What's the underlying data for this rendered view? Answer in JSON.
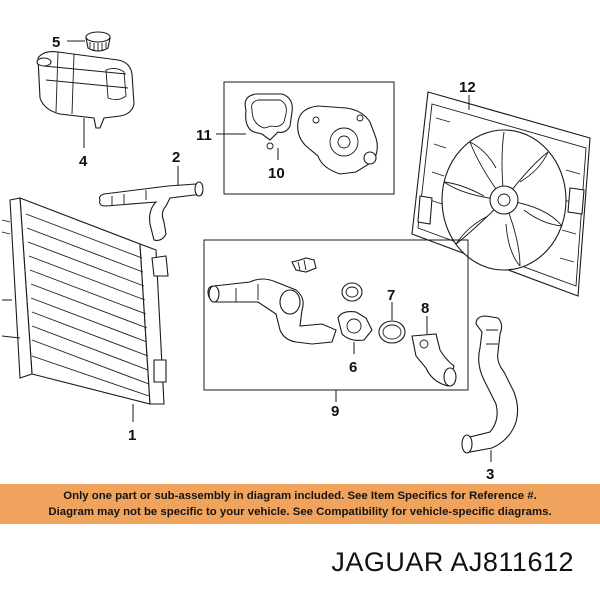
{
  "callouts": {
    "c1": "1",
    "c2": "2",
    "c3": "3",
    "c4": "4",
    "c5": "5",
    "c6": "6",
    "c7": "7",
    "c8": "8",
    "c9": "9",
    "c10": "10",
    "c11": "11",
    "c12": "12"
  },
  "banner": {
    "line1": "Only one part or sub-assembly in diagram included. See Item Specifics for Reference #.",
    "line2": "Diagram may not be specific to your vehicle. See Compatibility for vehicle-specific diagrams."
  },
  "part_number": "JAGUAR AJ811612",
  "colors": {
    "banner_bg": "#f0a35c",
    "line_art": "#1a1a1a"
  }
}
